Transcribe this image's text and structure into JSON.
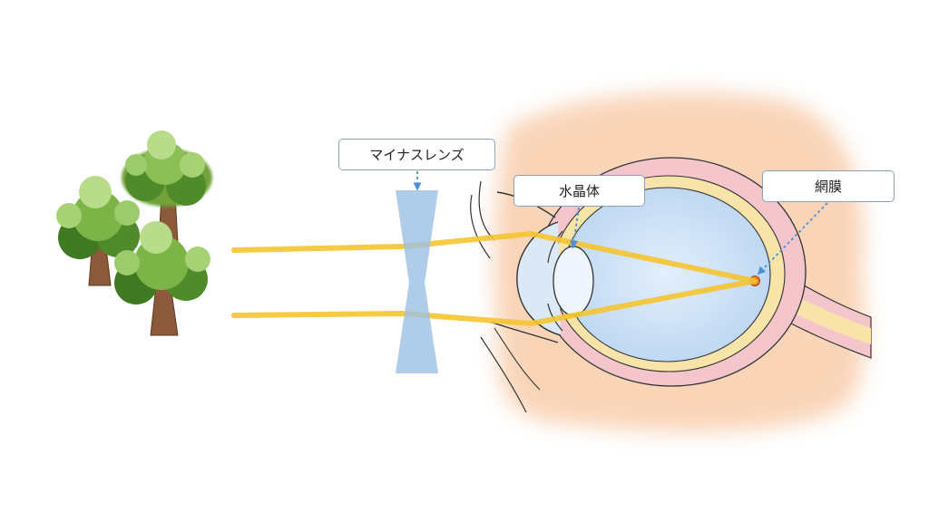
{
  "labels": {
    "minus_lens": "マイナスレンズ",
    "crystalline_lens": "水晶体",
    "retina": "網膜"
  },
  "colors": {
    "light_ray": "#f5c531",
    "lens_glass": "#9ec1e3",
    "eyeball_fill": "#d8e9fb",
    "skin": "#f7c6a0",
    "sclera_pink": "#f4c6cc",
    "choroid_yellow": "#f8e4a8",
    "focus_point": "#ef7a2a",
    "leader_line": "#4a90d9",
    "tree_green_dark": "#4f8a2b",
    "tree_green_light": "#b9dc8a",
    "tree_trunk": "#8a5a3a"
  }
}
